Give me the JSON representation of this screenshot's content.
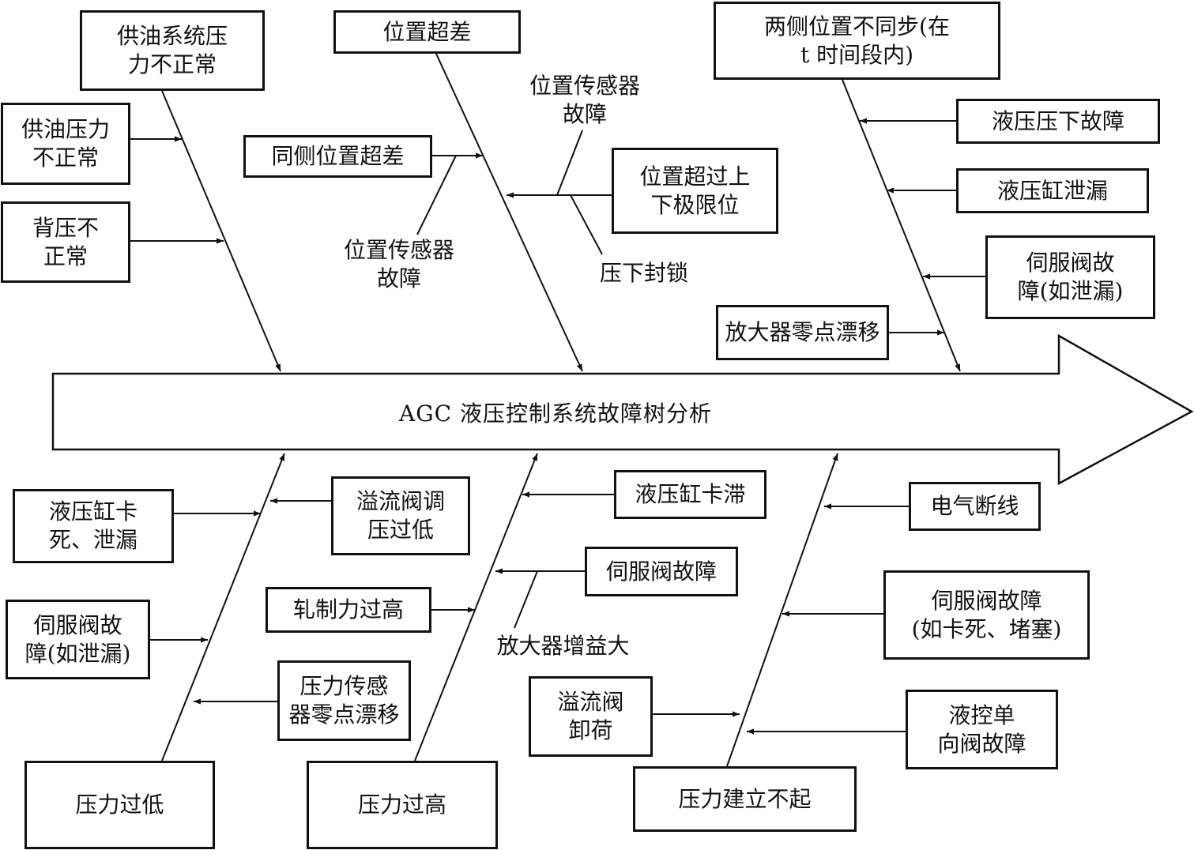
{
  "colors": {
    "ink": "#111111",
    "background": "#ffffff"
  },
  "spine": {
    "label": "AGC 液压控制系统故障树分析"
  },
  "categories": {
    "oil_supply": "供油系统压\n力不正常",
    "position_overshoot": "位置超差",
    "sides_unsync": "两侧位置不同步(在\nt 时间段内)",
    "pressure_low": "压力过低",
    "pressure_high": "压力过高",
    "pressure_not_built": "压力建立不起"
  },
  "causes": {
    "supply_pressure": "供油压力\n不正常",
    "back_pressure": "背压不\n正常",
    "same_side_overshoot": "同侧位置超差",
    "pos_sensor_fault_upper": "位置传感器\n故障",
    "pos_sensor_fault_lower": "位置传感器\n故障",
    "limit_exceeded": "位置超过上\n下极限位",
    "press_lock": "压下封锁",
    "hydraulic_pressdown_fault": "液压压下故障",
    "cylinder_leak": "液压缸泄漏",
    "servo_leak_top": "伺服阀故\n障(如泄漏)",
    "amp_zero_drift": "放大器零点漂移",
    "cylinder_stuck_leak": "液压缸卡\n死、泄漏",
    "relief_low": "溢流阀调\n压过低",
    "servo_leak_bottom": "伺服阀故\n障(如泄漏)",
    "pressure_sensor_drift": "压力传感\n器零点漂移",
    "cylinder_jam": "液压缸卡滞",
    "servo_fault": "伺服阀故障",
    "amp_gain_high": "放大器增益大",
    "rolling_force_high": "轧制力过高",
    "electric_break": "电气断线",
    "servo_stuck": "伺服阀故障\n(如卡死、堵塞)",
    "relief_unload": "溢流阀\n卸荷",
    "check_valve_fault": "液控单\n向阀故障"
  }
}
